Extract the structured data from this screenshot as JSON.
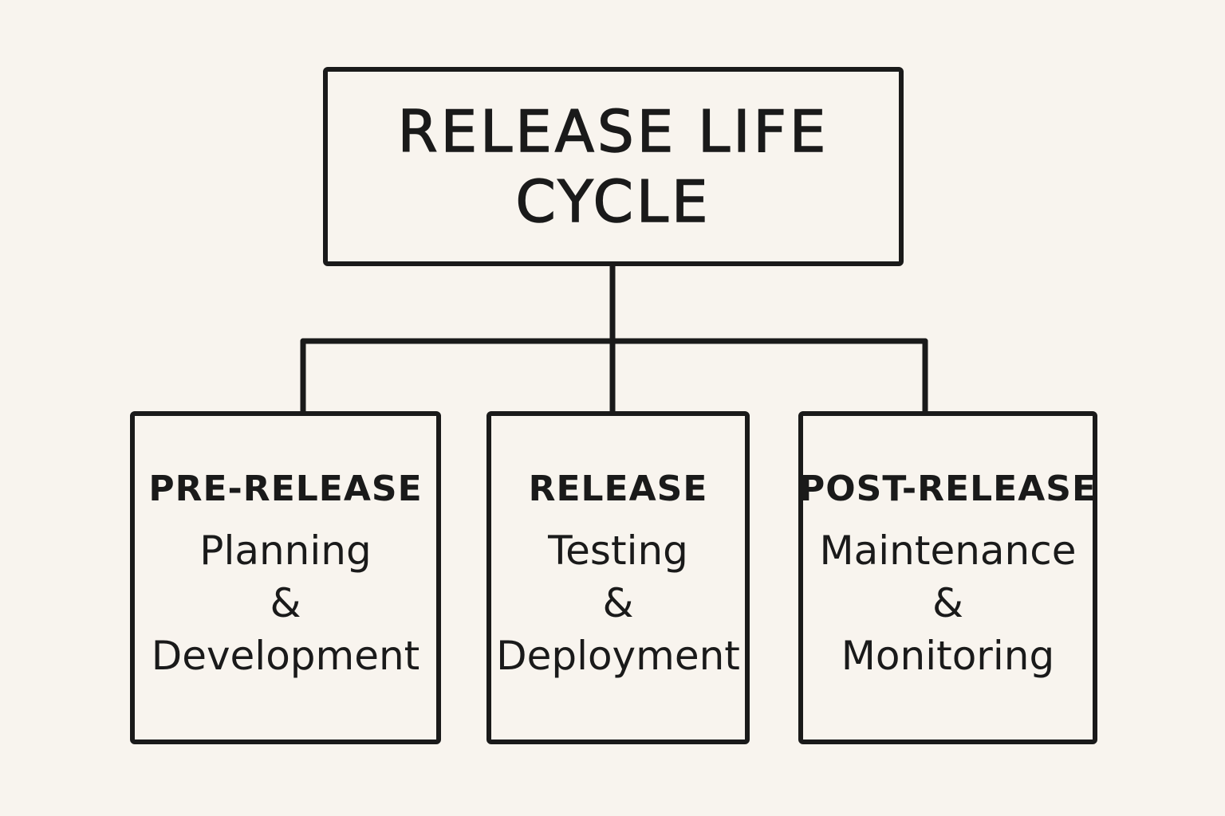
{
  "diagram": {
    "root": {
      "title": "RELEASE LIFE CYCLE"
    },
    "phases": [
      {
        "heading": "PRE-RELEASE",
        "line1": "Planning",
        "line2": "&",
        "line3": "Development"
      },
      {
        "heading": "RELEASE",
        "line1": "Testing",
        "line2": "&",
        "line3": "Deployment"
      },
      {
        "heading": "POST-RELEASE",
        "line1": "Maintenance",
        "line2": "&",
        "line3": "Monitoring"
      }
    ]
  },
  "colors": {
    "background": "#f8f4ee",
    "ink": "#1a1a1a"
  }
}
